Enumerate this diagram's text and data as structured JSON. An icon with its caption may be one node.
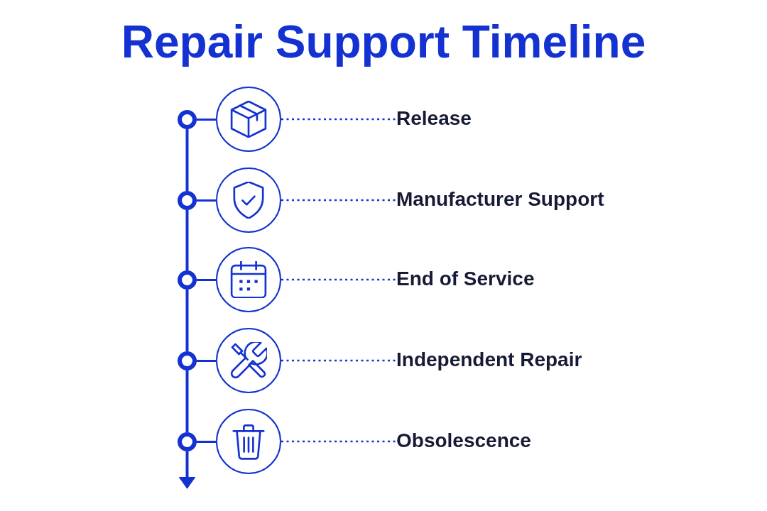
{
  "diagram": {
    "title": "Repair Support Timeline",
    "nodes": [
      {
        "text": [],
        "shape": "circle"
      },
      {
        "text": [],
        "shape": "circle"
      },
      {
        "text": [
          "Release"
        ]
      },
      {
        "text": [],
        "shape": "circle"
      },
      {
        "text": [],
        "shape": "circle"
      },
      {
        "text": [
          "Manufacturer Support"
        ]
      },
      {
        "text": [],
        "shape": "circle"
      },
      {
        "text": [],
        "shape": "circle"
      },
      {
        "text": [
          "End of Service"
        ]
      },
      {
        "text": [],
        "shape": "circle"
      },
      {
        "text": [],
        "shape": "circle"
      },
      {
        "text": [
          "Independent Repair"
        ]
      },
      {
        "text": [],
        "shape": "circle"
      },
      {
        "text": [],
        "shape": "circle"
      },
      {
        "text": [
          "Obsolescence"
        ]
      }
    ],
    "edges": [
      {
        "from": 0,
        "to": 1,
        "arrow": "none"
      },
      {
        "from": 1,
        "to": 2,
        "arrow": "none",
        "style": "dashed"
      },
      {
        "from": 0,
        "to": 3,
        "arrow": "none"
      },
      {
        "from": 3,
        "to": 4,
        "arrow": "none"
      },
      {
        "from": 4,
        "to": 5,
        "arrow": "none",
        "style": "dashed"
      },
      {
        "from": 3,
        "to": 6,
        "arrow": "none"
      },
      {
        "from": 6,
        "to": 7,
        "arrow": "none"
      },
      {
        "from": 7,
        "to": 8,
        "arrow": "none",
        "style": "dashed"
      },
      {
        "from": 6,
        "to": 9,
        "arrow": "none"
      },
      {
        "from": 9,
        "to": 10,
        "arrow": "none"
      },
      {
        "from": 10,
        "to": 11,
        "arrow": "none",
        "style": "dashed"
      },
      {
        "from": 9,
        "to": 12,
        "arrow": "none"
      },
      {
        "from": 12,
        "to": 13,
        "arrow": "none"
      },
      {
        "from": 13,
        "to": 14,
        "arrow": "none",
        "style": "dashed"
      },
      {
        "from": 12,
        "to": null,
        "arrow": "to"
      }
    ]
  }
}
